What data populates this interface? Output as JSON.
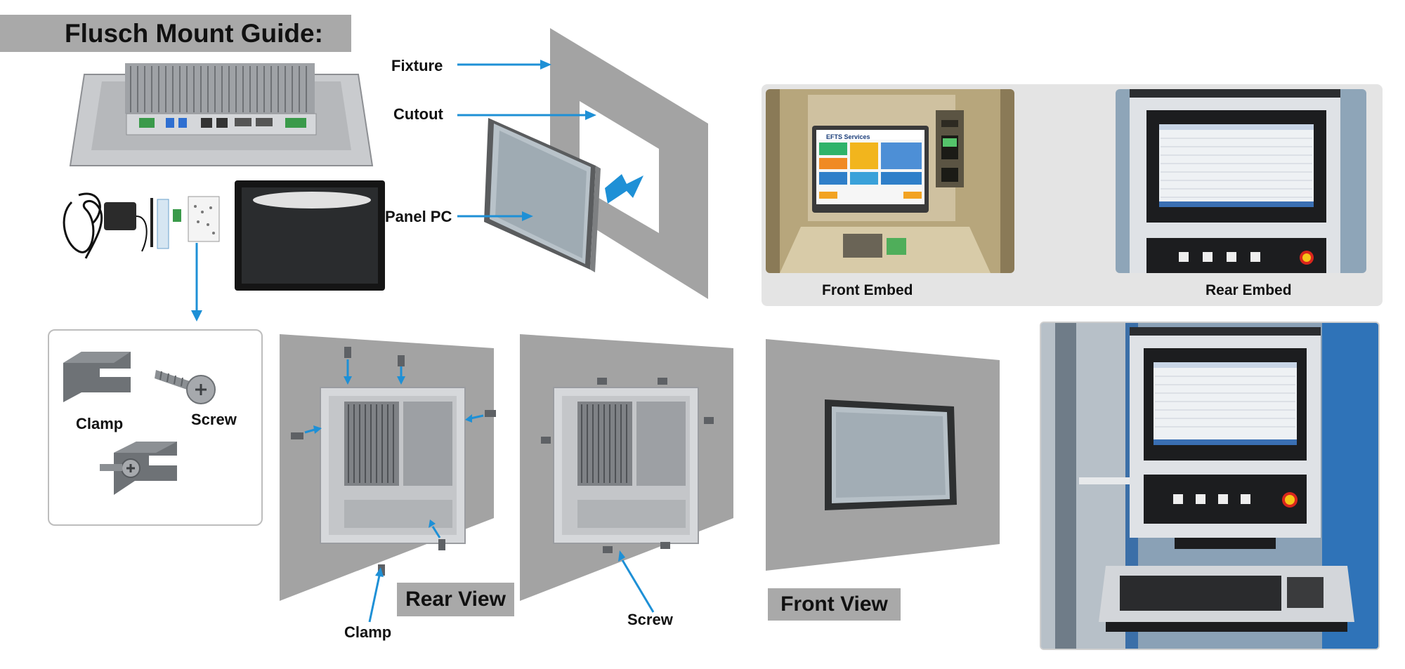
{
  "title": "Flusch Mount Guide:",
  "labels": {
    "fixture": "Fixture",
    "cutout": "Cutout",
    "panel_pc": "Panel PC",
    "clamp_acc": "Clamp",
    "screw_acc": "Screw",
    "clamp_rear": "Clamp",
    "screw_rear": "Screw",
    "rear_view": "Rear View",
    "front_view": "Front View",
    "front_embed": "Front Embed",
    "rear_embed": "Rear Embed"
  },
  "atm_screen": {
    "header": "EFTS Services"
  },
  "colors": {
    "arrow": "#1e90d6",
    "plate": "#a3a3a3",
    "tag_bg": "#a9a9a9",
    "panel_bg": "#e4e4e4"
  }
}
